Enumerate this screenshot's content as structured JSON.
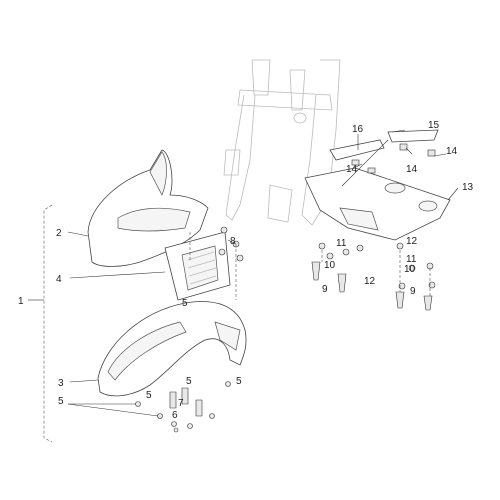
{
  "callouts": {
    "c1": "1",
    "c2": "2",
    "c3": "3",
    "c4": "4",
    "c5a": "5",
    "c5b": "5",
    "c5c": "5",
    "c5d": "5",
    "c5e": "5",
    "c6": "6",
    "c7": "7",
    "c8": "8",
    "c9a": "9",
    "c9b": "9",
    "c10a": "10",
    "c10b": "10",
    "c11a": "11",
    "c11b": "11",
    "c12a": "12",
    "c12b": "12",
    "c13": "13",
    "c14a": "14",
    "c14b": "14",
    "c14c": "14",
    "c15": "15",
    "c16": "16"
  }
}
